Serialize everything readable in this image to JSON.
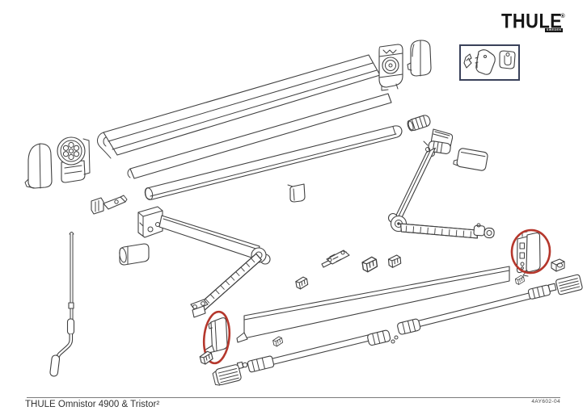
{
  "brand": {
    "name": "THULE",
    "registered": "®",
    "country": "SWEDEN"
  },
  "footer": {
    "caption": "THULE Omnistor 4900 & Tristor²",
    "doc_code": "4AY602-04"
  },
  "colors": {
    "background": "#ffffff",
    "line": "#404040",
    "highlight": "#b5372c",
    "detail_box_border": "#3a415a",
    "divider": "#7a7a7a",
    "logo": "#151515"
  }
}
